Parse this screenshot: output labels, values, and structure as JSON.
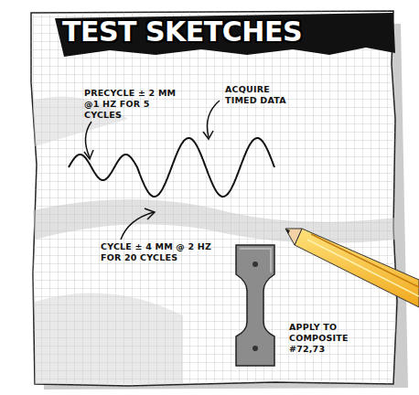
{
  "diagram": {
    "title": "TEST SKETCHES",
    "labels": [
      "PRECYCLE ± 2 MM @1 HZ FOR 5 CYCLES",
      "ACQUIRE TIMED DATA",
      "CYCLE ± 4 MM @ 2 HZ FOR 20 CYCLES",
      "APPLY TO COMPOSITE #72,73"
    ]
  }
}
